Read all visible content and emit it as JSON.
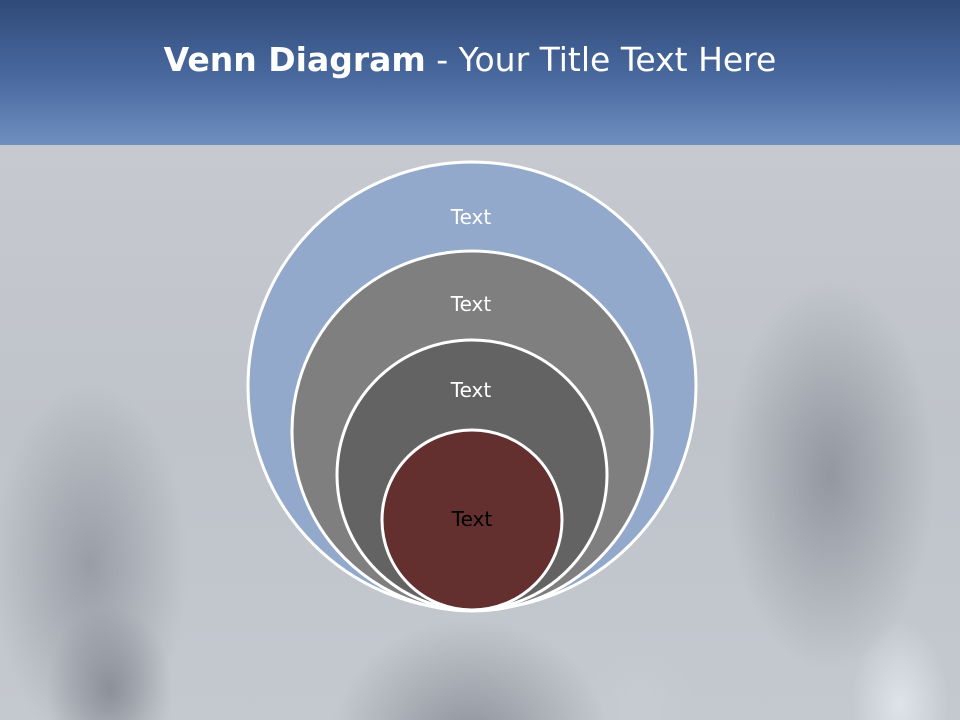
{
  "slide": {
    "title_bold": "Venn Diagram",
    "title_rest": " - Your Title Text Here"
  },
  "diagram": {
    "type": "nested-circles",
    "circles": [
      {
        "label": "Text",
        "fill": "#93a9cc",
        "label_color": "#ffffff"
      },
      {
        "label": "Text",
        "fill": "#7f7f7f",
        "label_color": "#ffffff"
      },
      {
        "label": "Text",
        "fill": "#636363",
        "label_color": "#ffffff"
      },
      {
        "label": "Text",
        "fill": "#632f2f",
        "label_color": "#000000"
      }
    ],
    "outline_color": "#ffffff"
  },
  "colors": {
    "header_top": "#2f4a78",
    "header_bottom": "#6f8fc0"
  }
}
